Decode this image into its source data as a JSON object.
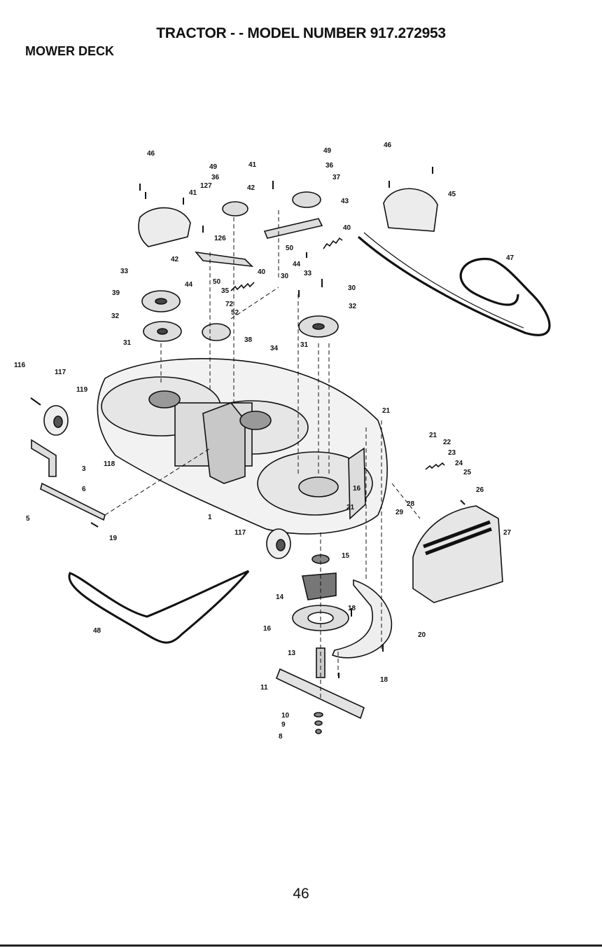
{
  "header": {
    "title": "TRACTOR - - MODEL NUMBER 917.272953",
    "subtitle": "MOWER DECK"
  },
  "callouts": [
    "46",
    "49",
    "36",
    "127",
    "41",
    "42",
    "126",
    "33",
    "39",
    "44",
    "50",
    "35",
    "40",
    "72",
    "52",
    "32",
    "31",
    "38",
    "41",
    "42",
    "49",
    "36",
    "37",
    "43",
    "40",
    "50",
    "44",
    "33",
    "30",
    "30",
    "32",
    "31",
    "34",
    "46",
    "45",
    "47",
    "116",
    "117",
    "119",
    "118",
    "3",
    "6",
    "5",
    "19",
    "1",
    "117",
    "48",
    "21",
    "21",
    "22",
    "23",
    "24",
    "25",
    "26",
    "28",
    "29",
    "27",
    "16",
    "21",
    "15",
    "14",
    "16",
    "13",
    "11",
    "10",
    "9",
    "8",
    "18",
    "18",
    "20"
  ],
  "footer": {
    "page_number": "46"
  }
}
